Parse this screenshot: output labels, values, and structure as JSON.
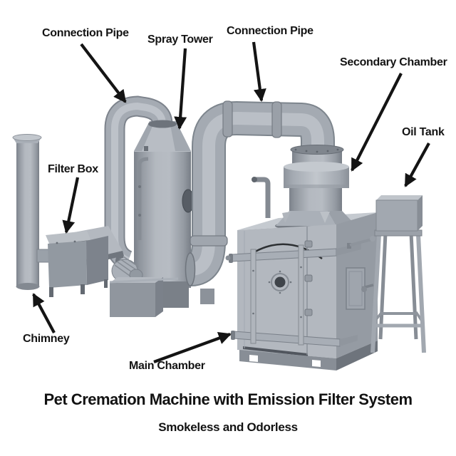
{
  "palette": {
    "background": "#ffffff",
    "machine_light": "#c2c7cd",
    "machine_mid": "#a6acb4",
    "machine_dark": "#7b818a",
    "annotation_black": "#141414"
  },
  "labels": {
    "connection_pipe_left": "Connection Pipe",
    "spray_tower": "Spray Tower",
    "connection_pipe_right": "Connection Pipe",
    "secondary_chamber": "Secondary Chamber",
    "oil_tank": "Oil Tank",
    "filter_box": "Filter Box",
    "chimney": "Chimney",
    "main_chamber": "Main Chamber"
  },
  "caption": {
    "title": "Pet Cremation Machine with Emission Filter System",
    "subtitle": "Smokeless and Odorless"
  }
}
